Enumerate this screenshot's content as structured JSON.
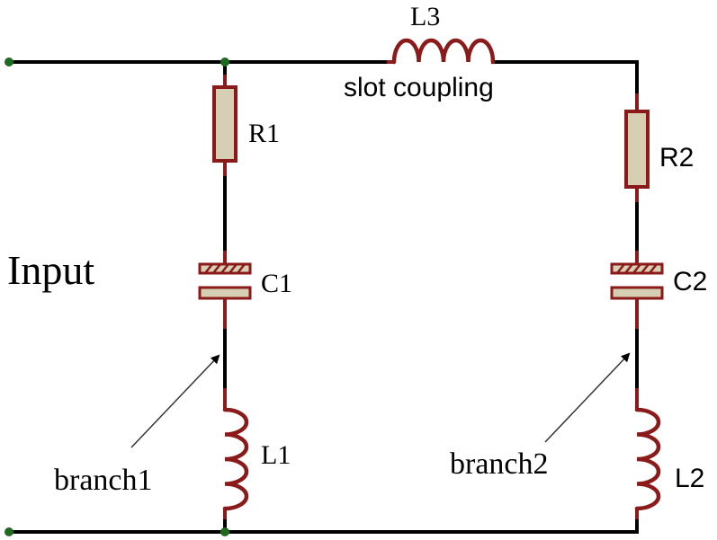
{
  "labels": {
    "input": "Input",
    "l3": "L3",
    "slot_coupling": "slot coupling",
    "r1": "R1",
    "c1": "C1",
    "l1": "L1",
    "r2": "R2",
    "c2": "C2",
    "l2": "L2",
    "branch1": "branch1",
    "branch2": "branch2"
  },
  "colors": {
    "wire": "#000000",
    "component": "#8b1a1a",
    "component_fill": "#d6cfb4",
    "node": "#1e6a1e"
  }
}
